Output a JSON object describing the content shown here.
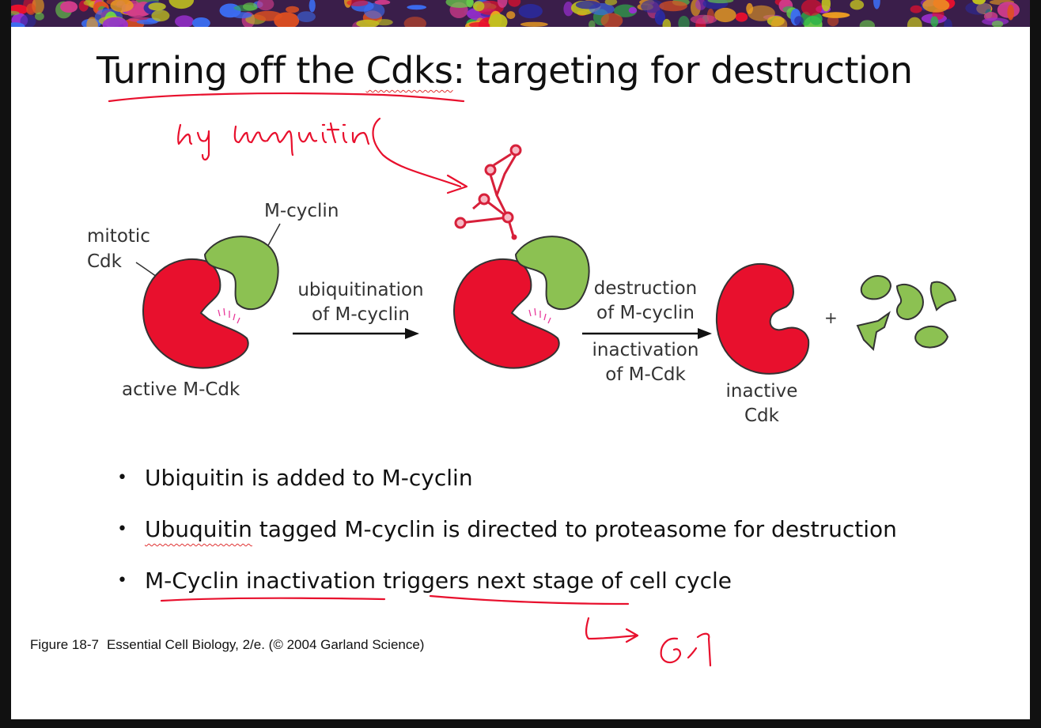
{
  "slide": {
    "title_prefix": "Turning off the ",
    "title_cdks": "Cdks",
    "title_suffix": ": targeting for destruction"
  },
  "figure": {
    "labels": {
      "mitotic_cdk_line1": "mitotic",
      "mitotic_cdk_line2": "Cdk",
      "m_cyclin": "M-cyclin",
      "active_m_cdk": "active M-Cdk",
      "ubiquitination_line1": "ubiquitination",
      "ubiquitination_line2": "of M-cyclin",
      "destruction_line1": "destruction",
      "destruction_line2": "of M-cyclin",
      "inactivation_line1": "inactivation",
      "inactivation_line2": "of M-Cdk",
      "inactive_cdk_line1": "inactive",
      "inactive_cdk_line2": "Cdk",
      "plus": "+"
    },
    "colors": {
      "cdk": "#e8102d",
      "cyclin": "#8cc152",
      "ubiquitin": "#d7203a",
      "ink": "#e8102d"
    }
  },
  "bullets": [
    {
      "pre": "",
      "underlined": "",
      "text": "Ubiquitin is added to M-cyclin"
    },
    {
      "pre": "",
      "underlined": "Ubuquitin",
      "text": " tagged M-cyclin is directed to proteasome for destruction"
    },
    {
      "pre": "",
      "underlined": "",
      "text": "M-Cyclin inactivation triggers next stage of cell cycle"
    }
  ],
  "bullet_symbol": "•",
  "caption": {
    "label": "Figure 18-7",
    "text": "Essential Cell Biology, 2/e. (© 2004 Garland Science)"
  },
  "annotations": {
    "handwritten_top": "by ubuquitin",
    "handwritten_bottom": "G1"
  }
}
